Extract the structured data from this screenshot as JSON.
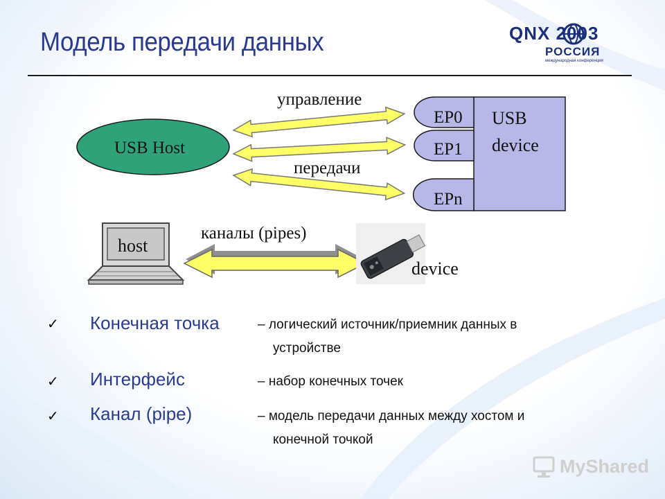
{
  "slide": {
    "title": "Модель передачи данных",
    "logo": {
      "main": "QNX 2003",
      "sub": "РОССИЯ",
      "tagline": "международная конференция"
    }
  },
  "diagram": {
    "usb_host": "USB Host",
    "arrow_top_label": "управление",
    "arrow_bottom_label": "передачи",
    "endpoints": [
      "EP0",
      "EP1",
      "EPn"
    ],
    "usb_device_line1": "USB",
    "usb_device_line2": "device",
    "host_label": "host",
    "pipes_label": "каналы (pipes)",
    "device_label": "device"
  },
  "bullets": [
    {
      "mark": "✓",
      "term": "Конечная точка",
      "definition_line1": "– логический источник/приемник данных в",
      "definition_line2": "устройстве"
    },
    {
      "mark": "✓",
      "term": "Интерфейс",
      "definition_line1": "– набор конечных точек",
      "definition_line2": ""
    },
    {
      "mark": "✓",
      "term": "Канал (pipe)",
      "definition_line1": "– модель  передачи данных между хостом и",
      "definition_line2": "конечной точкой"
    }
  ],
  "watermark": {
    "text": "MyShared"
  },
  "colors": {
    "title": "#2a3b8f",
    "ellipse": "#2ea37a",
    "arrow_fill": "#ffff66",
    "endpoint_fill": "#b7b8e8",
    "device_fill": "#b7b8e8"
  }
}
